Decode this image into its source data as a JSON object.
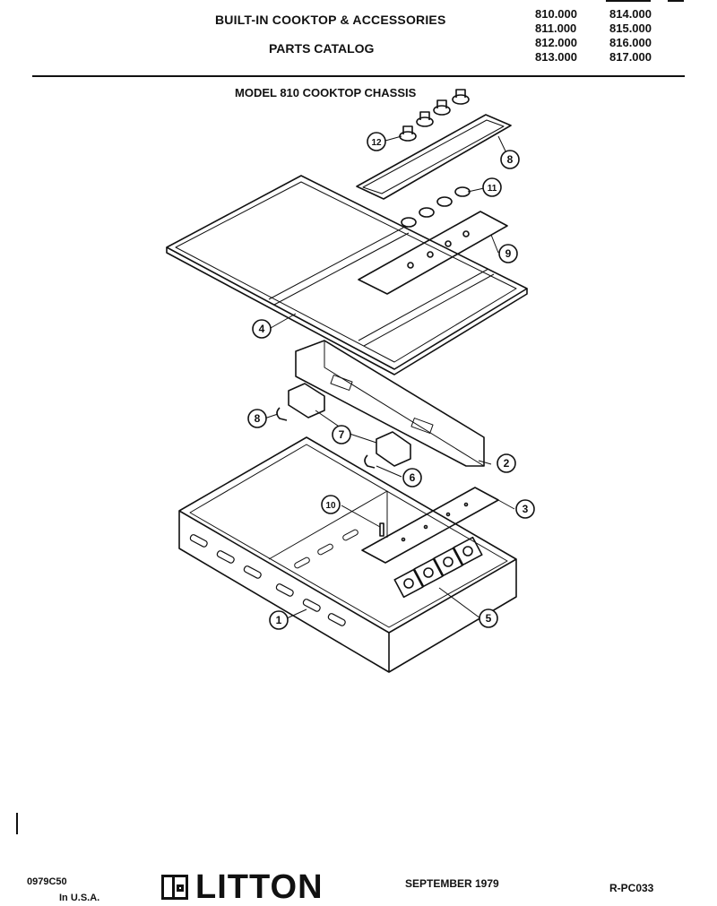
{
  "header": {
    "title": "BUILT-IN COOKTOP & ACCESSORIES",
    "subtitle": "PARTS CATALOG",
    "models_col1": [
      "810.000",
      "811.000",
      "812.000",
      "813.000"
    ],
    "models_col2": [
      "814.000",
      "815.000",
      "816.000",
      "817.000"
    ]
  },
  "diagram": {
    "title": "MODEL 810 COOKTOP CHASSIS",
    "callouts": [
      "12",
      "8",
      "11",
      "9",
      "4",
      "8",
      "7",
      "2",
      "6",
      "10",
      "3",
      "1",
      "5"
    ]
  },
  "footer": {
    "code": "0979C50",
    "country": "In U.S.A.",
    "brand": "LITTON",
    "date": "SEPTEMBER 1979",
    "ref": "R-PC033"
  }
}
